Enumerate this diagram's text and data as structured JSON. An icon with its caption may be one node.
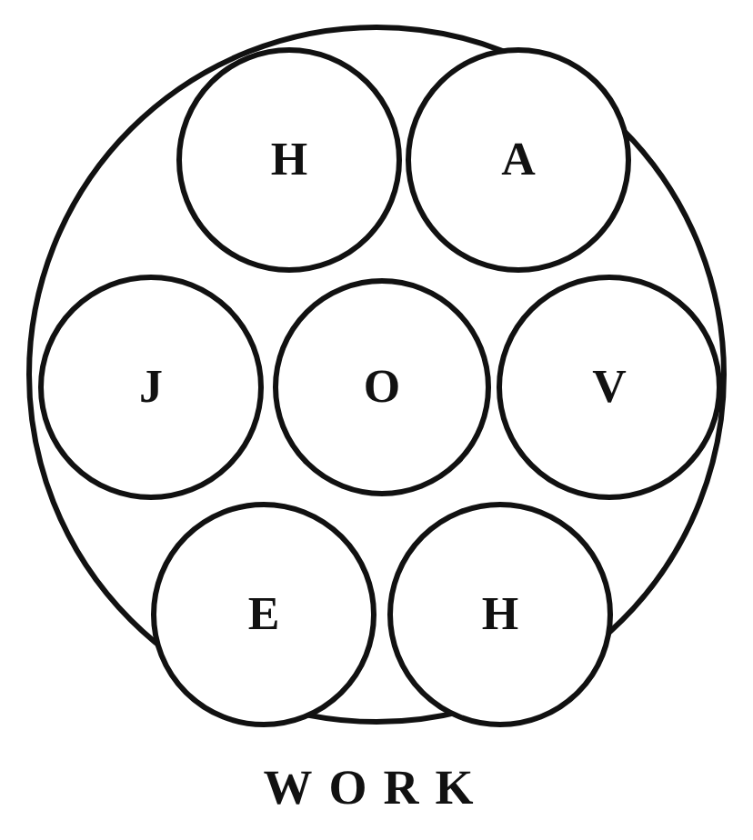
{
  "diagram": {
    "nodes": [
      {
        "text": [],
        "shape": "circle"
      },
      {
        "text": [
          "H"
        ],
        "in": 0
      },
      {
        "text": [
          "A"
        ],
        "in": 0
      },
      {
        "text": [
          "J"
        ],
        "in": 0
      },
      {
        "text": [
          "O"
        ],
        "in": 0
      },
      {
        "text": [
          "V"
        ],
        "in": 0
      },
      {
        "text": [
          "E"
        ],
        "in": 0
      },
      {
        "text": [
          "H"
        ],
        "in": 0
      }
    ],
    "labels": [
      "WORK"
    ]
  }
}
